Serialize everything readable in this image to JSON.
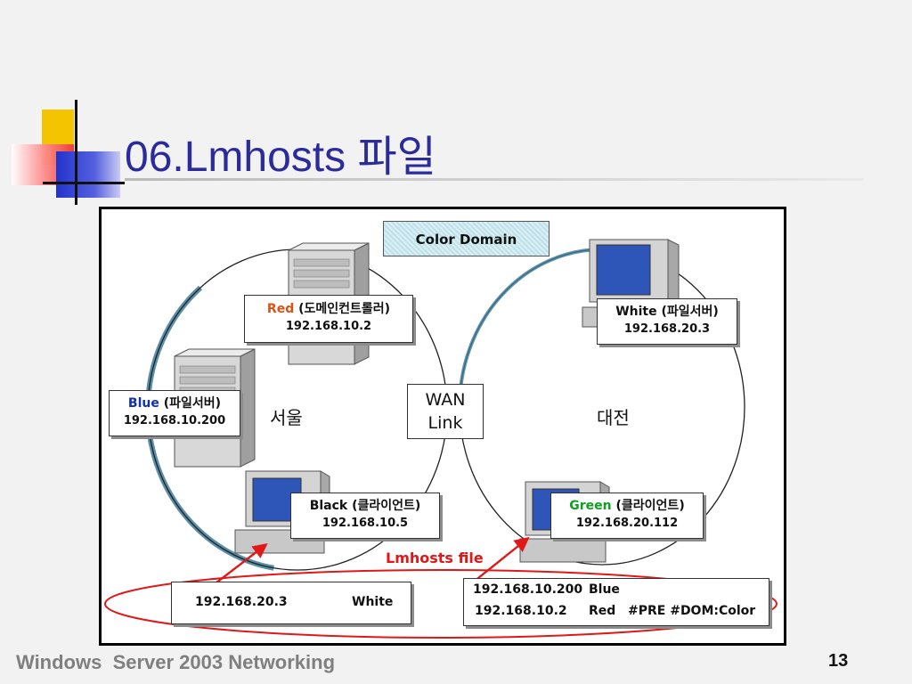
{
  "slide": {
    "title": "06.Lmhosts 파일",
    "footer": "Windows  Server 2003 Networking",
    "page_number": "13"
  },
  "diagram": {
    "domain_label": "Color Domain",
    "wan_line1": "WAN",
    "wan_line2": "Link",
    "site_left": "서울",
    "site_right": "대전",
    "nodes": {
      "red": {
        "name": "Red",
        "role": " (도메인컨트롤러)",
        "ip": "192.168.10.2",
        "color": "#e05010"
      },
      "blue": {
        "name": "Blue",
        "role": " (파일서버)",
        "ip": "192.168.10.200",
        "color": "#1030b0"
      },
      "black": {
        "name": "Black",
        "role": " (클라이언트)",
        "ip": "192.168.10.5",
        "color": "#111111"
      },
      "white": {
        "name": "White",
        "role": " (파일서버)",
        "ip": "192.168.20.3",
        "color": "#111111"
      },
      "green": {
        "name": "Green",
        "role": " (클라이언트)",
        "ip": "192.168.20.112",
        "color": "#10a020"
      }
    },
    "lmhosts": {
      "title": "Lmhosts file",
      "left_entry": {
        "ip": "192.168.20.3",
        "name": "White"
      },
      "right_entries": [
        {
          "ip": "192.168.10.200",
          "name": "Blue",
          "extra": ""
        },
        {
          "ip": "192.168.10.2",
          "name": "Red",
          "extra": "#PRE  #DOM:Color"
        }
      ]
    },
    "colors": {
      "title": "#2b2b99",
      "arrow": "#e01818",
      "circle_shade": "#3d7a9a"
    }
  }
}
